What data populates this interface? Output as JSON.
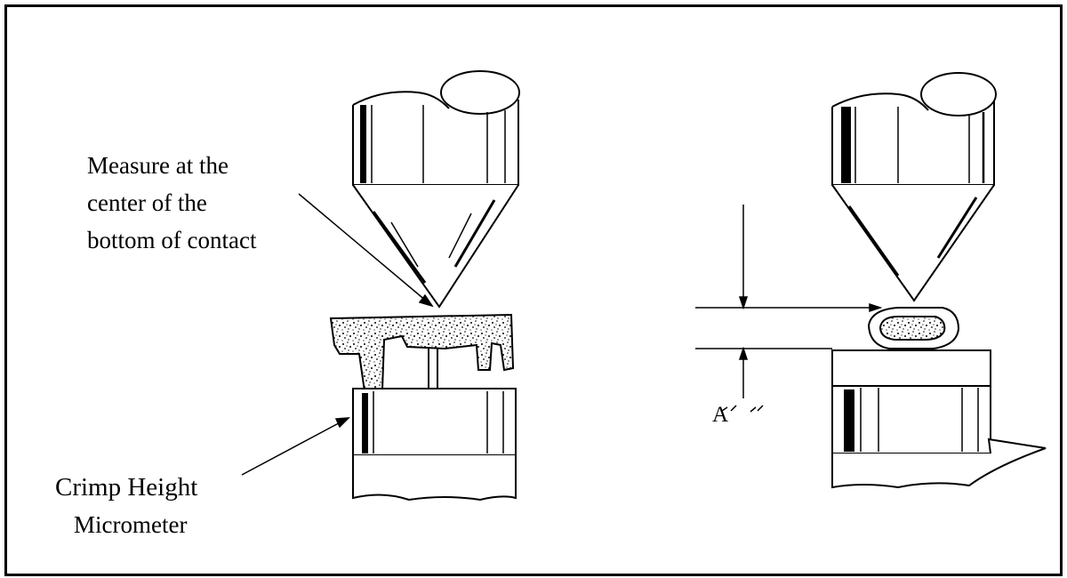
{
  "annotations": {
    "measure_line1": "Measure at the",
    "measure_line2": "center of the",
    "measure_line3": "bottom of contact",
    "micrometer_title": "Crimp Height",
    "micrometer_subtitle": "Micrometer",
    "dimension_label": "A"
  },
  "colors": {
    "ink": "#000000",
    "paper": "#ffffff"
  },
  "icons": [
    "micrometer-spindle-icon",
    "micrometer-anvil-icon",
    "crimped-contact-icon"
  ]
}
